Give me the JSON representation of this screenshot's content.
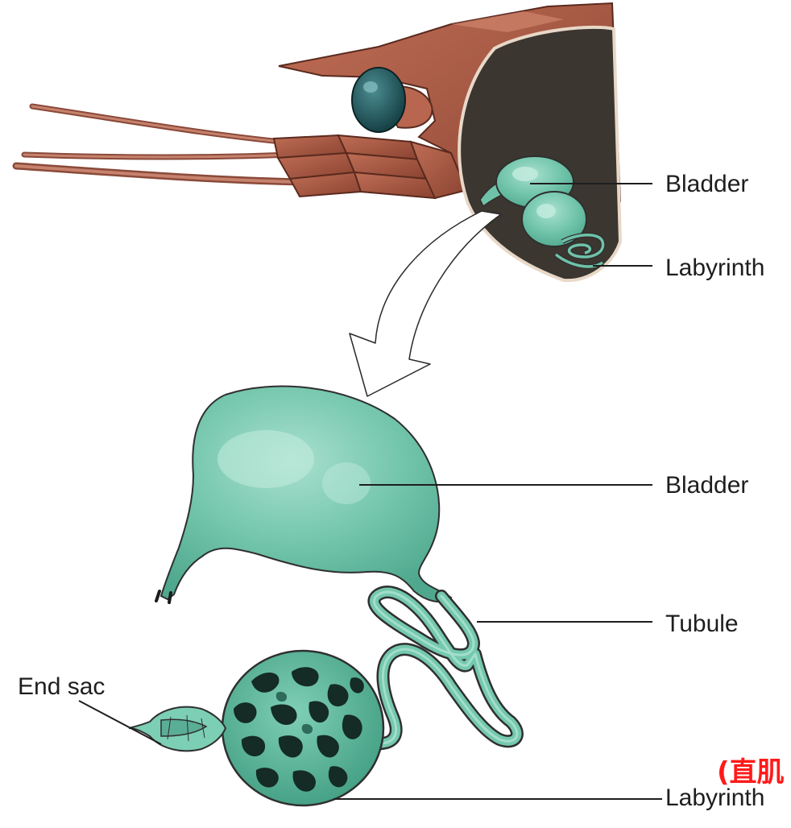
{
  "labels": {
    "bladder_upper": "Bladder",
    "labyrinth_upper": "Labyrinth",
    "bladder_lower": "Bladder",
    "tubule": "Tubule",
    "end_sac": "End sac",
    "labyrinth_lower": "Labyrinth"
  },
  "overlay_text": "(直肌",
  "colors": {
    "gland_green": "#6fc2a8",
    "gland_outline": "#2f2f2f",
    "carapace_brown": "#a2553f",
    "carapace_dark": "#3b3630",
    "eye_teal": "#1f5559",
    "overlay_red": "#ff1a1a",
    "label_text": "#1e1e1e"
  }
}
